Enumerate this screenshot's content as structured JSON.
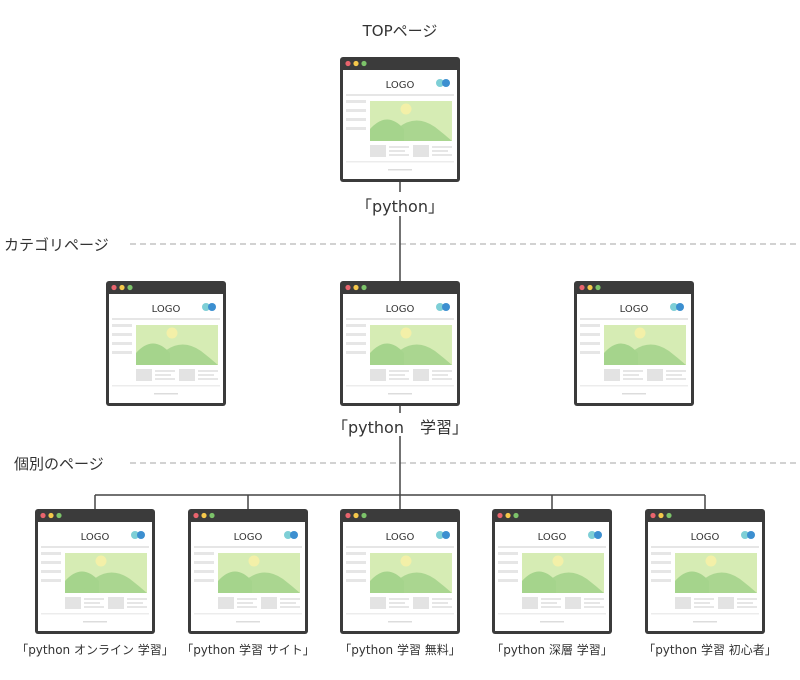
{
  "top": {
    "title": "TOPページ",
    "keyword": "「python」"
  },
  "category": {
    "level_label": "カテゴリページ",
    "keyword": "「python　学習」"
  },
  "detail": {
    "level_label": "個別のページ",
    "keywords": [
      "「python オンライン 学習」",
      "「python 学習 サイト」",
      "「python 学習 無料」",
      "「python 深層 学習」",
      "「python 学習 初心者」"
    ]
  },
  "mockup": {
    "logo_text": "LOGO",
    "icons": [
      "close-dot-icon",
      "minimize-dot-icon",
      "maximize-dot-icon",
      "user-circle-icons",
      "mountain-image-icon"
    ]
  },
  "colors": {
    "titlebar": "#3b3b3b",
    "dot_red": "#e8646d",
    "dot_yellow": "#f5c84b",
    "dot_green": "#7cc36a",
    "circle_light": "#7ecfd6",
    "circle_dark": "#3c8fd0",
    "image_bg": "#d6ecb4",
    "hill": "#a5d48c",
    "sun": "#f3f0a8",
    "line": "#444444",
    "dashed": "#b8b8b8"
  }
}
